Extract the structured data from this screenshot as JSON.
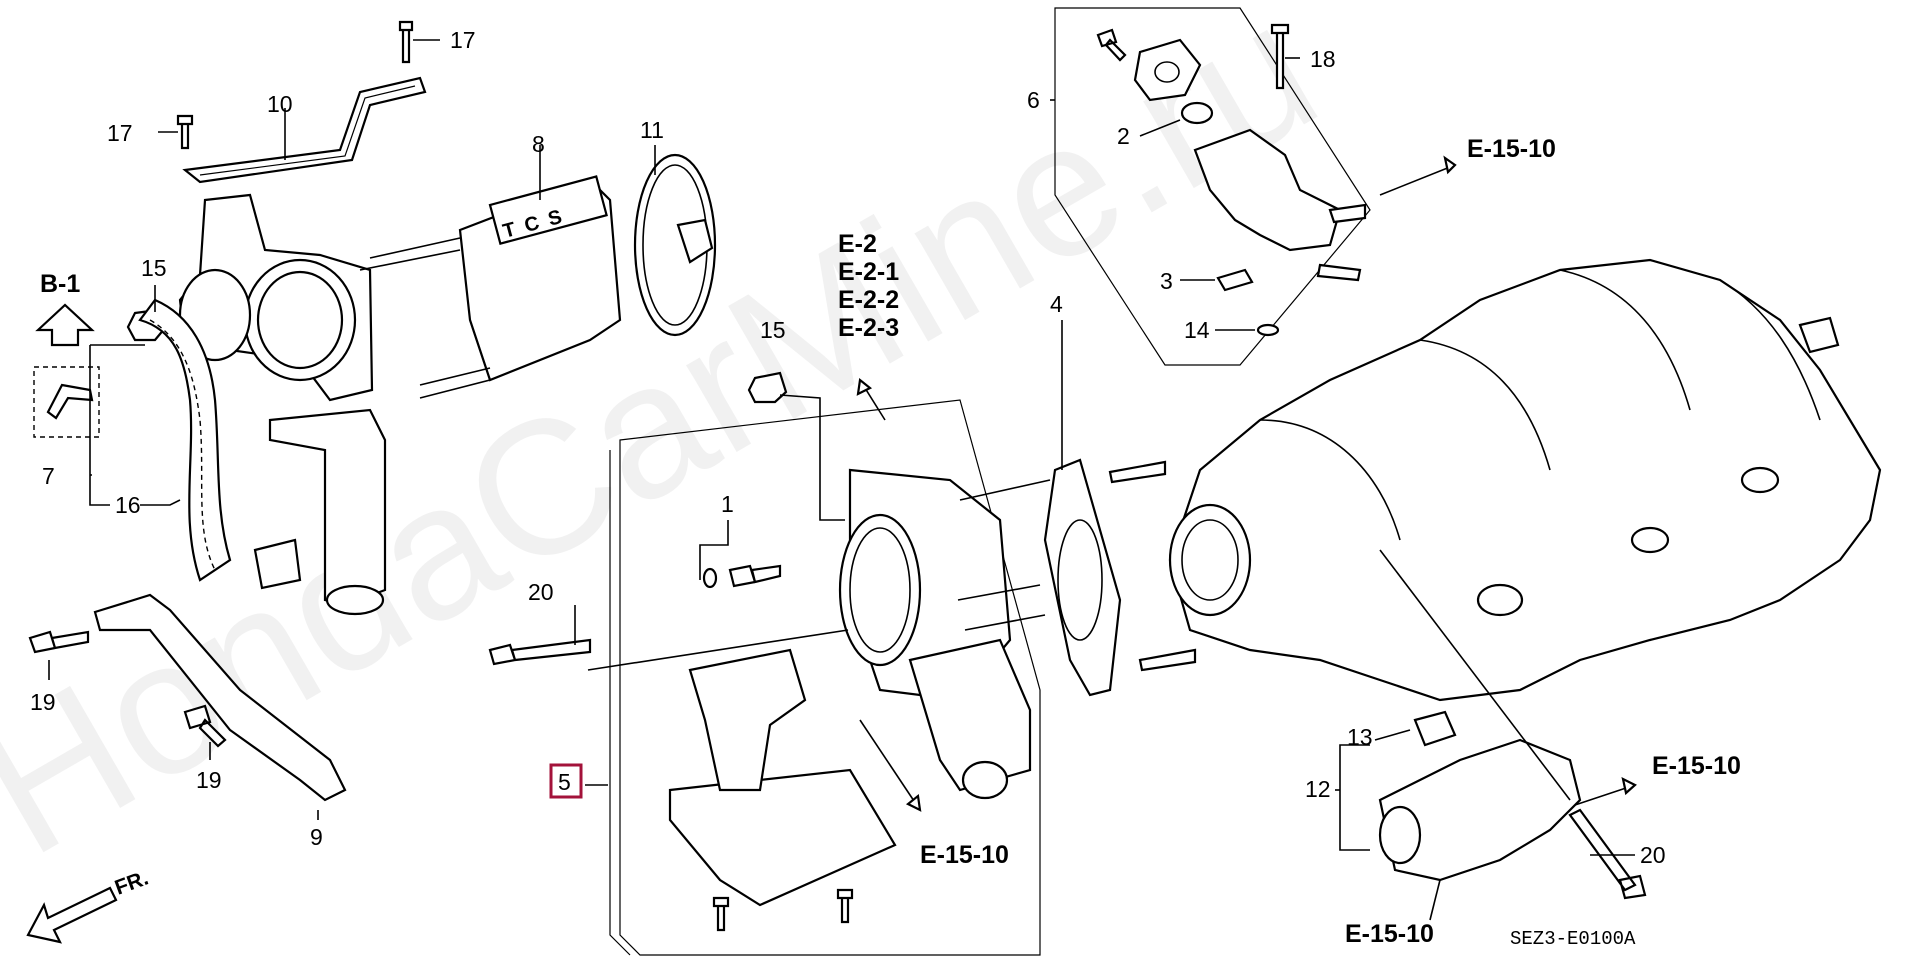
{
  "watermark": "HondaCarMine.ru",
  "diagram_code": "SEZ3-E0100A",
  "highlight_color": "#a3123a",
  "callouts": {
    "c1": "1",
    "c2": "2",
    "c3": "3",
    "c4": "4",
    "c5": "5",
    "c6": "6",
    "c7": "7",
    "c8": "8",
    "c9": "9",
    "c10": "10",
    "c11": "11",
    "c12": "12",
    "c13": "13",
    "c14": "14",
    "c15a": "15",
    "c15b": "15",
    "c16": "16",
    "c17a": "17",
    "c17b": "17",
    "c18": "18",
    "c19a": "19",
    "c19b": "19",
    "c20a": "20",
    "c20b": "20"
  },
  "refs": {
    "b1": "B-1",
    "e2": "E-2",
    "e21": "E-2-1",
    "e22": "E-2-2",
    "e23": "E-2-3",
    "e1510_top": "E-15-10",
    "e1510_right": "E-15-10",
    "e1510_center": "E-15-10",
    "e1510_bottom": "E-15-10"
  },
  "direction_label": "FR.",
  "tcs_label": "TCS"
}
